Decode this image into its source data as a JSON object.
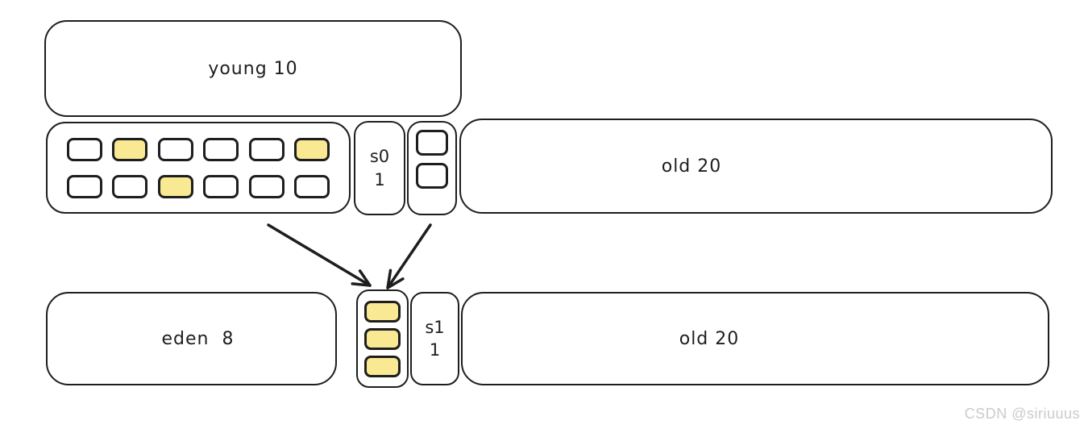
{
  "colors": {
    "stroke": "#1e1e1e",
    "cell_fill": "#fae993",
    "cell_empty": "#ffffff",
    "watermark": "#cbcbcb"
  },
  "regions": {
    "young": {
      "label": "young 10"
    },
    "eden_grid": {
      "rows": [
        [
          0,
          1,
          0,
          0,
          0,
          1
        ],
        [
          0,
          0,
          1,
          0,
          0,
          0
        ]
      ]
    },
    "s0": {
      "name": "s0",
      "count": "1",
      "cells": [
        0,
        0
      ]
    },
    "old_top": {
      "label": "old 20"
    },
    "eden": {
      "label": "eden  8"
    },
    "s1": {
      "name": "s1",
      "count": "1",
      "cells": [
        1,
        1,
        1
      ]
    },
    "old_bottom": {
      "label": "old 20"
    }
  },
  "watermark": {
    "text": "CSDN @siriuuus"
  }
}
